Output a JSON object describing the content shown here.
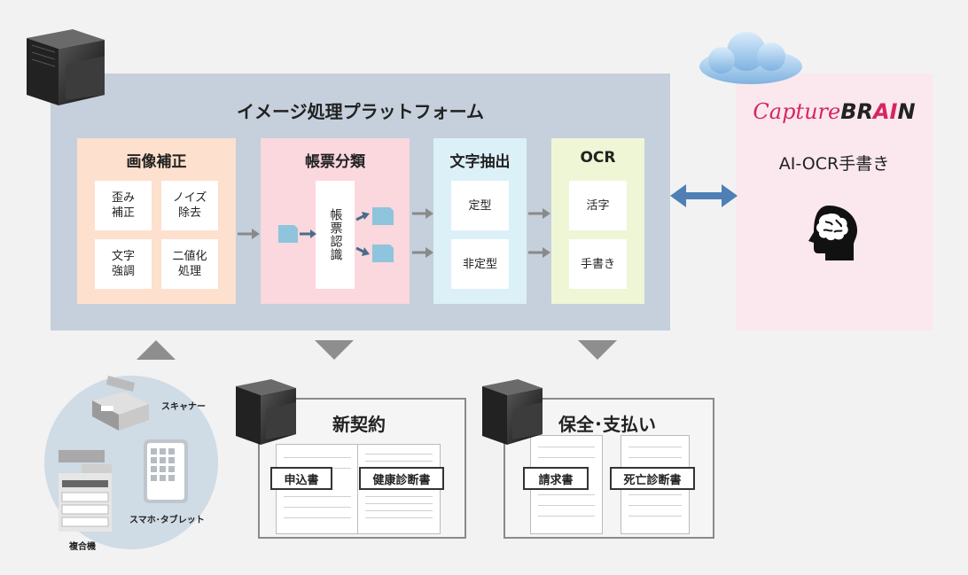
{
  "platform": {
    "title": "イメージ処理プラットフォーム"
  },
  "stages": {
    "correction": {
      "title": "画像補正",
      "items": [
        "歪み\n補正",
        "ノイズ\n除去",
        "文字\n強調",
        "二値化\n処理"
      ]
    },
    "classification": {
      "title": "帳票分類",
      "recognizer": "帳票認識"
    },
    "extraction": {
      "title": "文字抽出",
      "items": [
        "定型",
        "非定型"
      ]
    },
    "ocr": {
      "title": "OCR",
      "items": [
        "活字",
        "手書き"
      ]
    }
  },
  "capturebrain": {
    "logo_capture": "Capture",
    "logo_br": "BR",
    "logo_ai": "AI",
    "logo_n": "N",
    "subtitle": "AI-OCR手書き"
  },
  "devices": {
    "scanner": "スキャナー",
    "mobile": "スマホ･タブレット",
    "mfp": "複合機"
  },
  "new_contract": {
    "title": "新契約",
    "docs": [
      "申込書",
      "健康診断書"
    ]
  },
  "maintenance": {
    "title": "保全･支払い",
    "docs": [
      "請求書",
      "死亡診断書"
    ]
  },
  "colors": {
    "platform_bg": "#c5d0dc",
    "correction_bg": "#fde0cd",
    "classification_bg": "#fbd7de",
    "extraction_bg": "#dcf0f7",
    "ocr_bg": "#eef6d6",
    "capturebrain_bg": "#fbe8ee",
    "brand_red": "#d6265f",
    "link_arrow": "#4f7fb5"
  }
}
